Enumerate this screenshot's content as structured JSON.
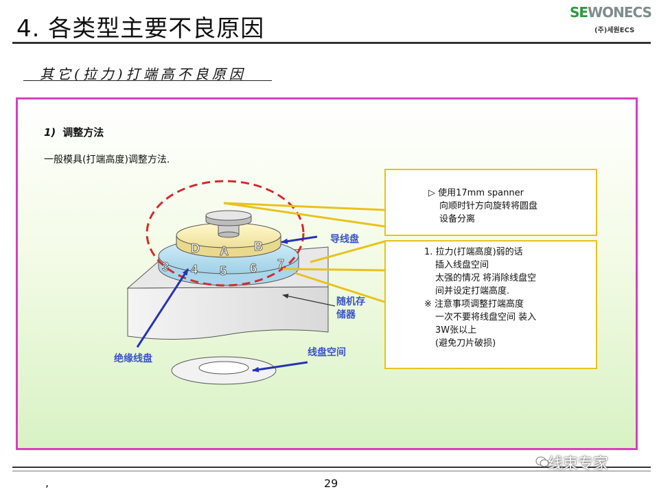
{
  "header": {
    "title": "4. 各类型主要不良原因",
    "subtitle": "其它(拉力)打端高不良原因",
    "logo_main_se": "SE",
    "logo_main_rest": "WONECS",
    "logo_sub": "(주)세원ECS"
  },
  "section": {
    "number": "1)",
    "heading": "调整方法",
    "description": "一般模具(打端高度)调整方法."
  },
  "diagram": {
    "top_disc_letters": [
      "D",
      "A",
      "B"
    ],
    "lower_disc_numbers": [
      "3",
      "4",
      "5",
      "6",
      "7"
    ],
    "labels": {
      "guide_disc": "导线盘",
      "random_storage_line1": "随机存",
      "random_storage_line2": "储器",
      "insulation_disc": "绝缘线盘",
      "disc_space": "线盘空间"
    },
    "colors": {
      "dashed_circle": "#d42a2a",
      "callout_line": "#e8c21a",
      "arrow": "#2433b5",
      "top_disc": "#f8f0b8",
      "lower_disc": "#bfe3f2"
    }
  },
  "callouts": {
    "box1": {
      "lines": [
        "▷ 使用17mm  spanner",
        "向顺时针方向旋转将圆盘",
        "设备分离"
      ]
    },
    "box2": {
      "lines": [
        "1. 拉力(打端高度)弱的话",
        "插入线盘空间",
        "太强的情况 将消除线盘空",
        "间并设定打端高度.",
        "※ 注意事项调整打端高度",
        "一次不要将线盘空间 装入",
        "3W张以上",
        "(避免刀片破损)"
      ]
    }
  },
  "footer": {
    "page": "29",
    "comma": ",",
    "watermark": "线束专家"
  }
}
